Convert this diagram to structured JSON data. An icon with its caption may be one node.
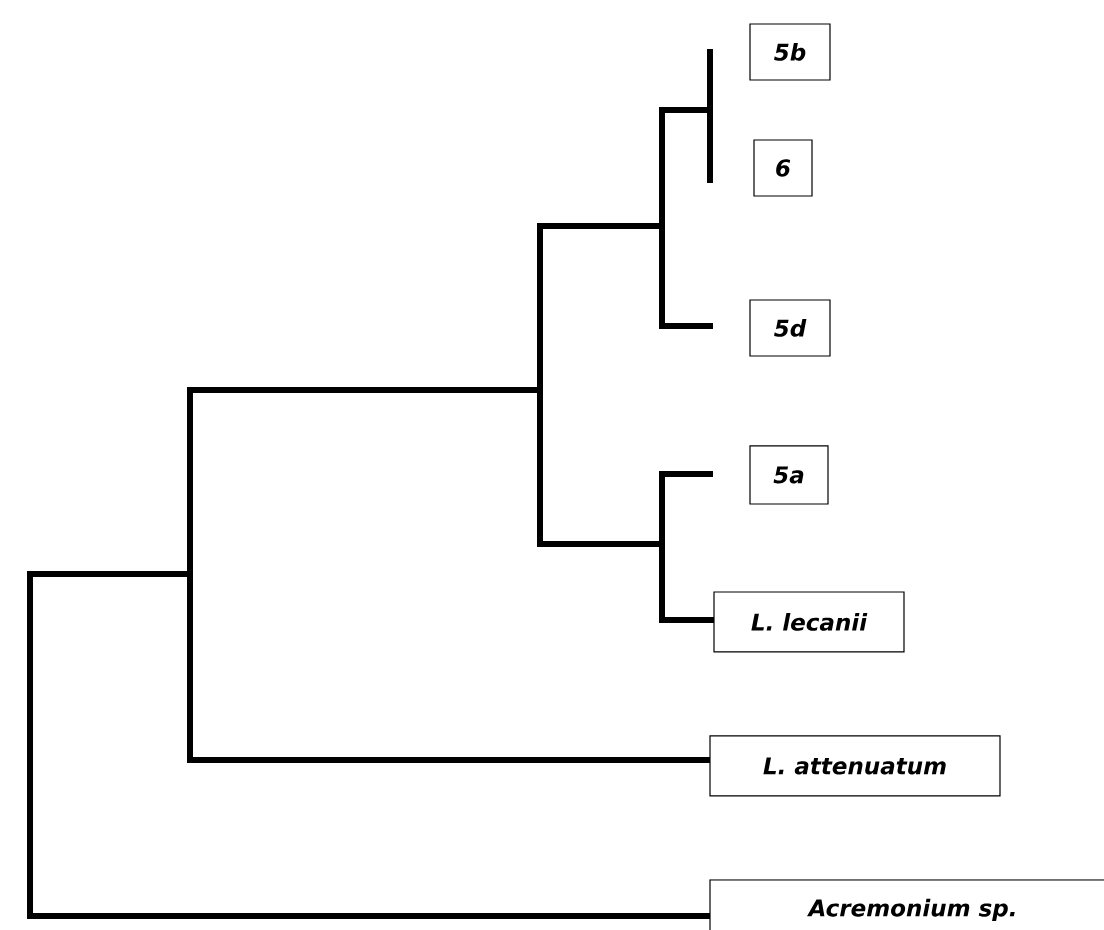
{
  "diagram": {
    "nodes": [
      {
        "text": [
          "5b"
        ]
      },
      {
        "text": [
          "6"
        ]
      },
      {
        "text": [
          "5d"
        ]
      },
      {
        "text": [
          "5a"
        ]
      },
      {
        "text": [
          "L. lecanii"
        ]
      },
      {
        "text": [
          "L. attenuatum"
        ]
      },
      {
        "text": [
          "Acremonium sp."
        ]
      }
    ]
  }
}
